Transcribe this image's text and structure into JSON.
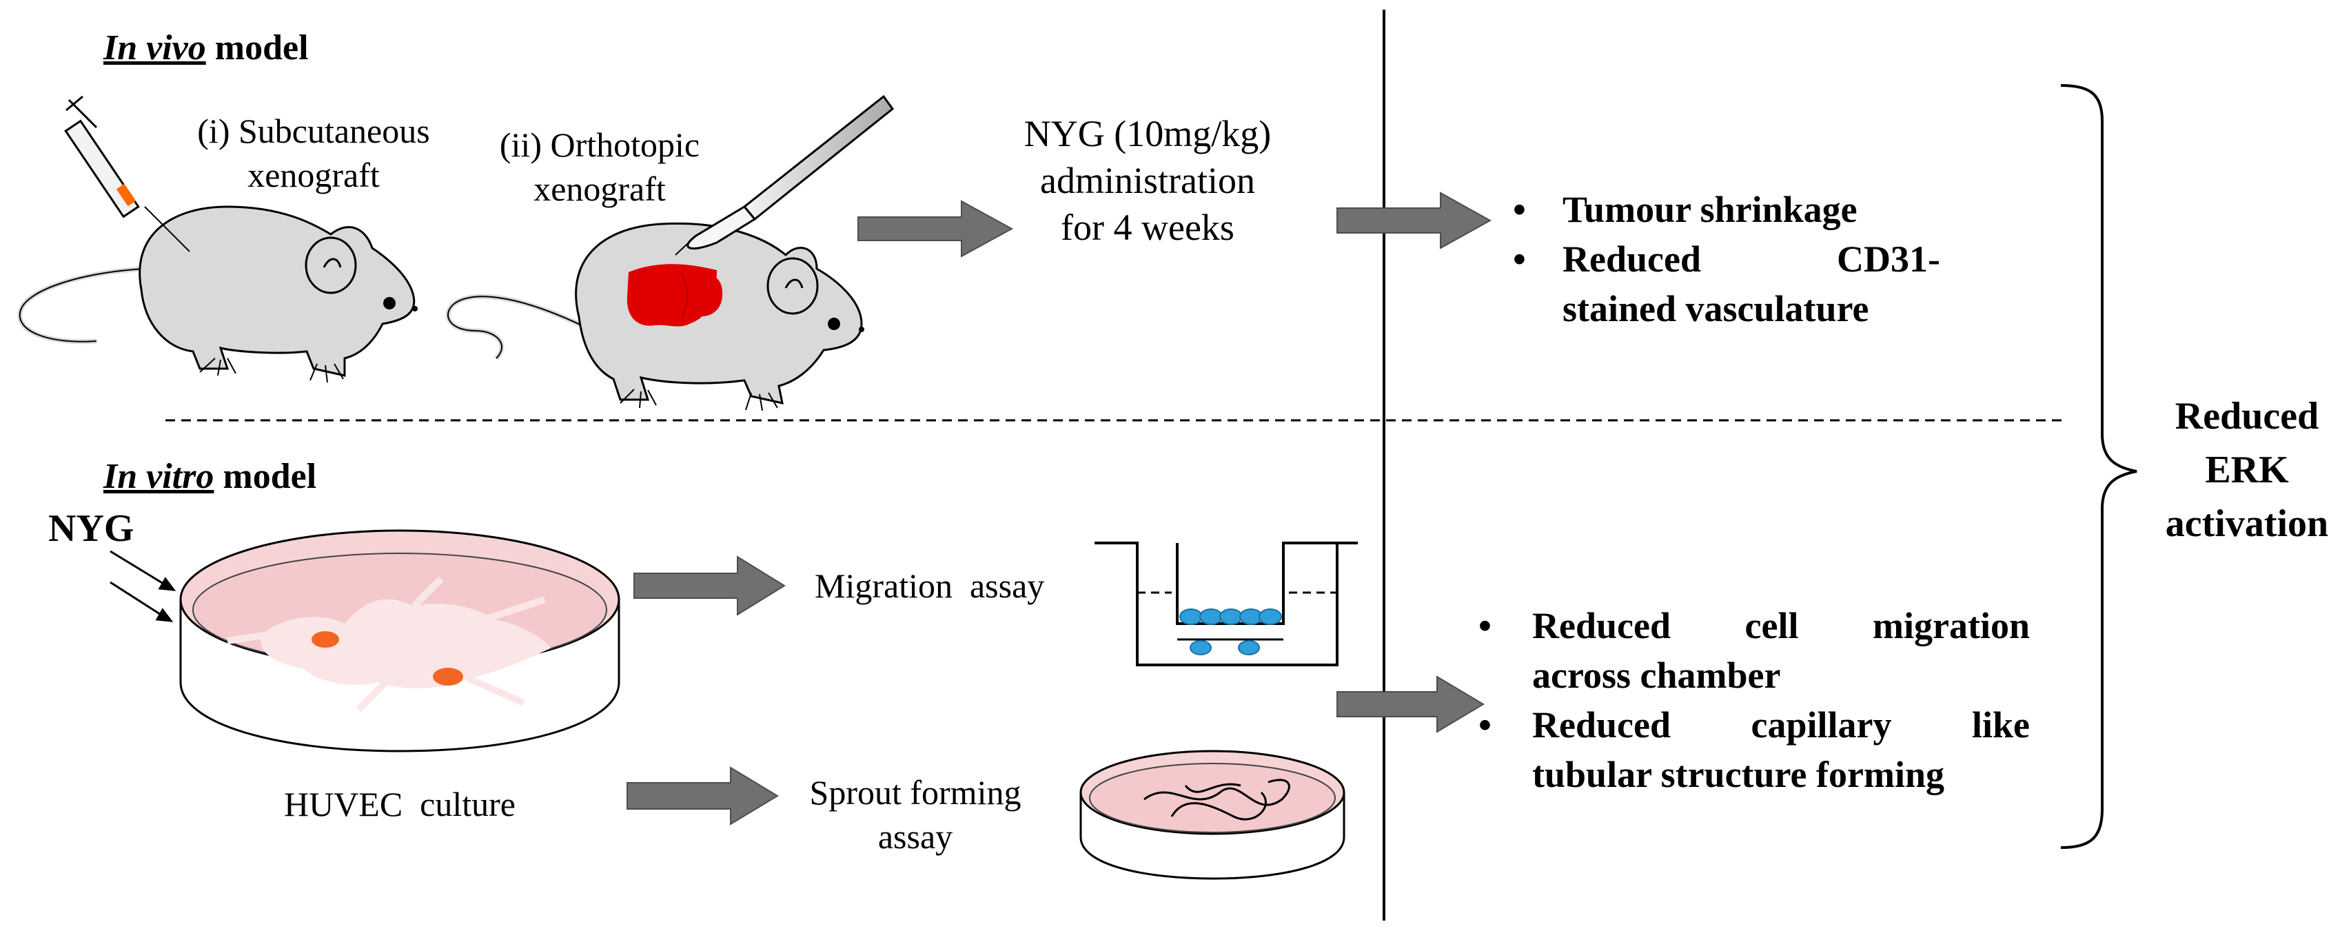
{
  "invivo": {
    "heading_italic": "In vivo",
    "heading_rest": " model",
    "label_subcutaneous": [
      "(i) Subcutaneous",
      "xenograft"
    ],
    "label_orthotopic": [
      "(ii) Orthotopic",
      "xenograft"
    ],
    "treatment": [
      "NYG (10mg/kg)",
      "administration",
      "for 4 weeks"
    ],
    "results": {
      "bullet": "•",
      "r1": "Tumour shrinkage",
      "r2_words": [
        "Reduced",
        "CD31-"
      ],
      "r2_line2": "stained vasculature"
    }
  },
  "invitro": {
    "heading_italic": "In vitro",
    "heading_rest": " model",
    "drug_label": "NYG",
    "culture_label": "HUVEC  culture",
    "migration_label": "Migration  assay",
    "sprout_label": [
      "Sprout forming",
      "assay"
    ],
    "results": {
      "bullet": "•",
      "r1_words": [
        "Reduced",
        "cell",
        "migration"
      ],
      "r1_line2": "across chamber",
      "r2_words": [
        "Reduced",
        "capillary",
        "like"
      ],
      "r2_line2": "tubular structure forming"
    }
  },
  "conclusion": [
    "Reduced",
    "ERK",
    "activation"
  ],
  "colors": {
    "mouse_fill": "#d9d9d9",
    "organ_red": "#e00000",
    "arrow_grey": "#707070",
    "dish_pink": "#f3c9cc",
    "cell_orange": "#f26522",
    "bead_blue": "#2e9fdb",
    "syringe_orange": "#ff6a00"
  }
}
